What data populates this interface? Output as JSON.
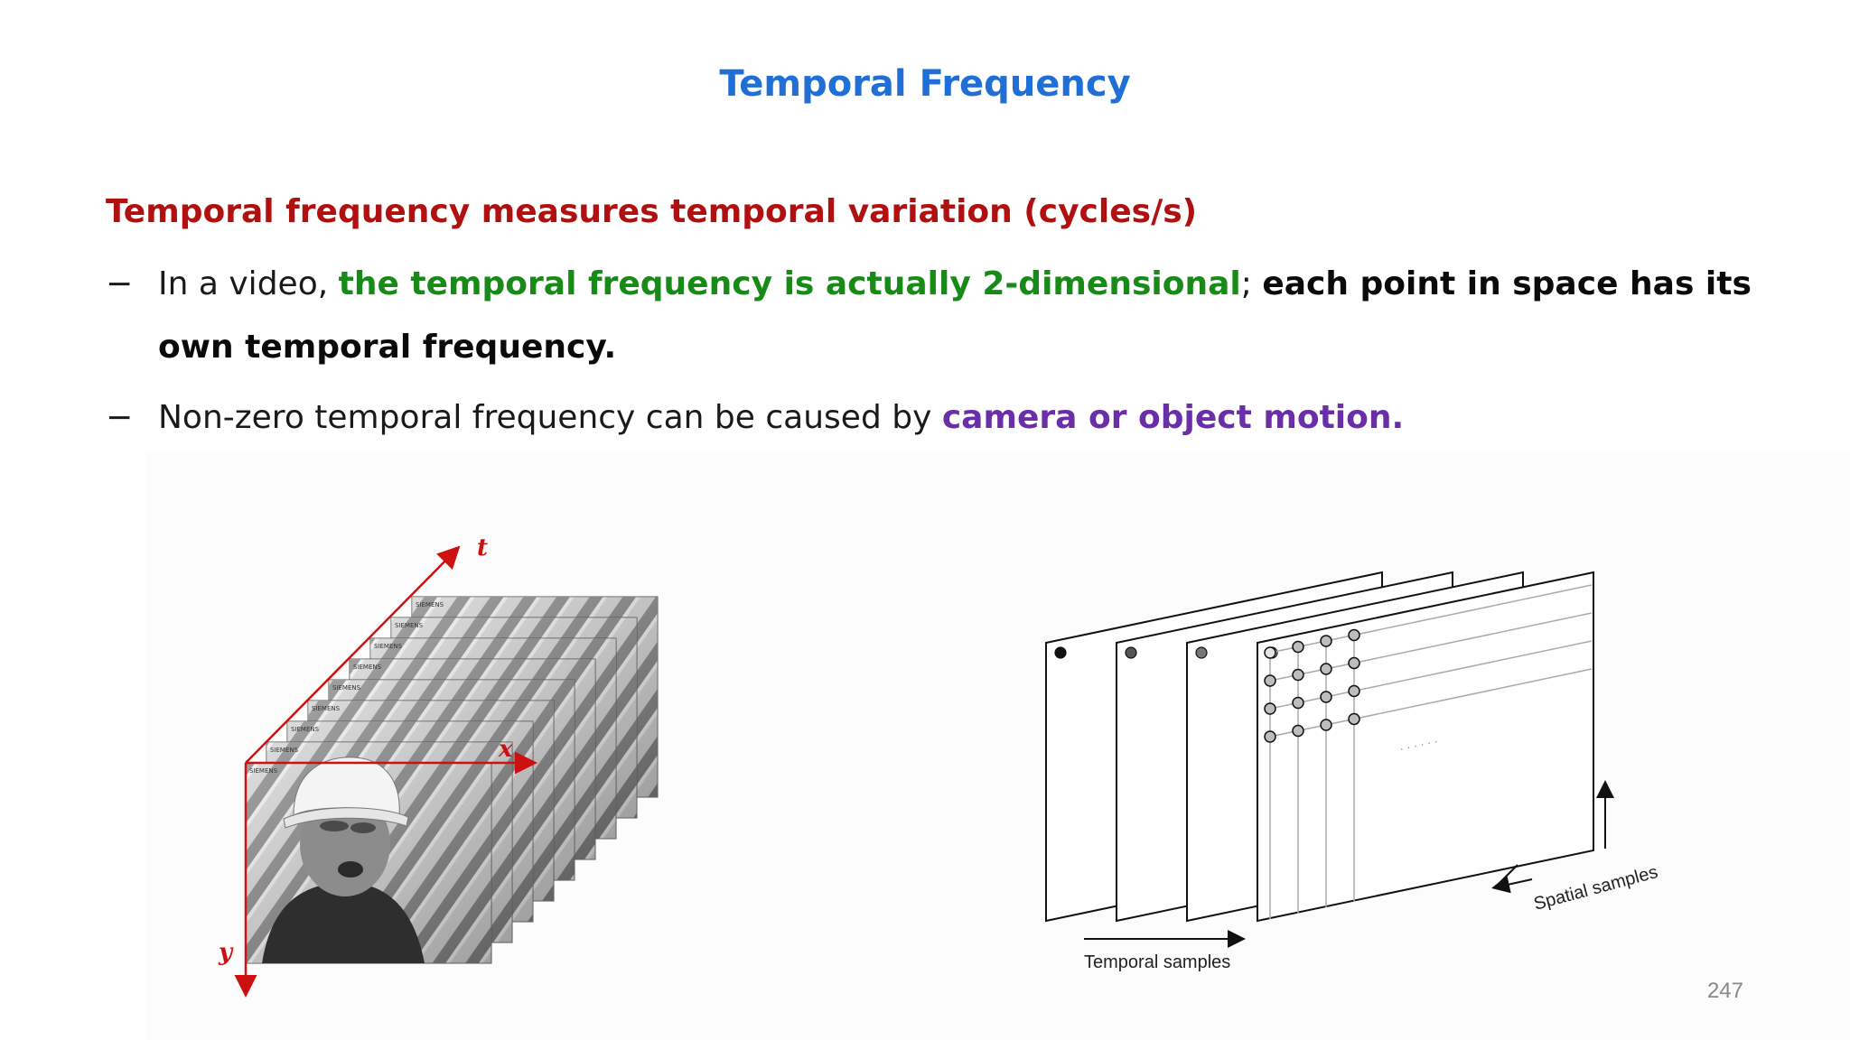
{
  "slide": {
    "title": "Temporal Frequency",
    "heading": "Temporal frequency measures temporal variation (cycles/s)",
    "bullets": [
      {
        "dash": "−",
        "plain1": "In a video, ",
        "green": "the temporal frequency is actually 2-dimensional",
        "plain2": "; ",
        "bold": "each point in space has its own temporal frequency."
      },
      {
        "dash": "−",
        "plain1": "Non-zero temporal frequency can be caused by ",
        "purple": "camera or object motion."
      }
    ],
    "page_number": "247"
  },
  "figure_left": {
    "axis_t": "t",
    "axis_x": "x",
    "axis_y": "y",
    "frame_label": "SIEMENS",
    "axis_color": "#cc1111"
  },
  "figure_right": {
    "temporal_label": "Temporal samples",
    "spatial_label": "Spatial samples",
    "dots_label": ". . . . . ."
  },
  "colors": {
    "title": "#1f6fd6",
    "heading": "#b01010",
    "green": "#178a17",
    "purple": "#6a2fa8"
  }
}
